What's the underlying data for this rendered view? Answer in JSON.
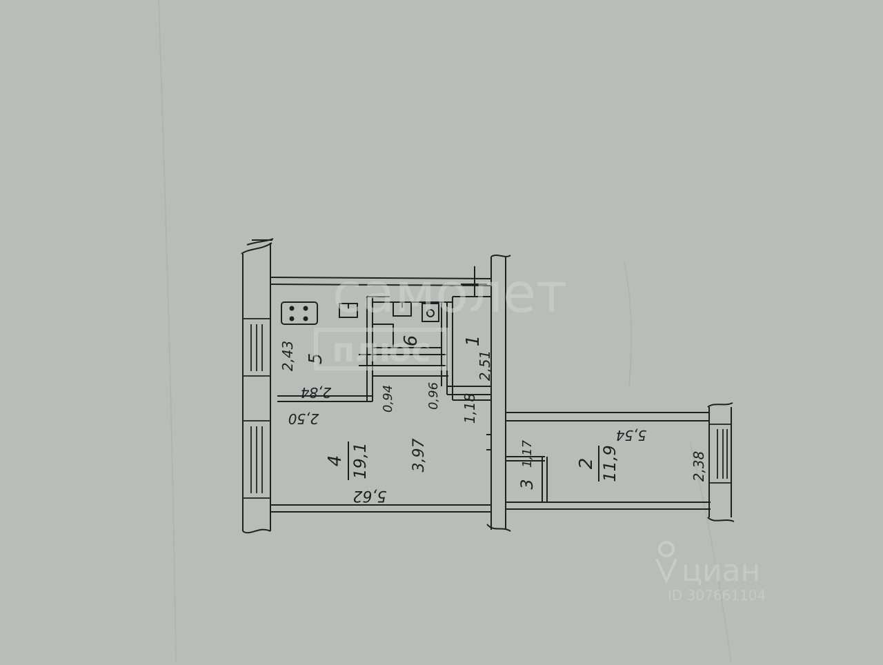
{
  "watermark": {
    "brand_top": "самолет",
    "brand_box": "плюс",
    "cian": "циан",
    "cian_id": "ID 307661104"
  },
  "rooms": [
    {
      "number": "5"
    },
    {
      "number": "6"
    },
    {
      "number": "1"
    },
    {
      "number": "4",
      "area": "19,1"
    },
    {
      "number": "3"
    },
    {
      "number": "2",
      "area": "11,9"
    }
  ],
  "dimensions": {
    "d_243": "2,43",
    "d_284": "2,84",
    "d_250": "2,50",
    "d_094": "0,94",
    "d_096": "0,96",
    "d_251": "2,51",
    "d_118": "1,18",
    "d_397": "3,97",
    "d_562": "5,62",
    "d_117": "1,17",
    "d_554": "5,54",
    "d_238": "2,38"
  },
  "colors": {
    "paper": "#b9bdb7",
    "ink": "#1e2022",
    "watermark": "#d2d5d1"
  }
}
